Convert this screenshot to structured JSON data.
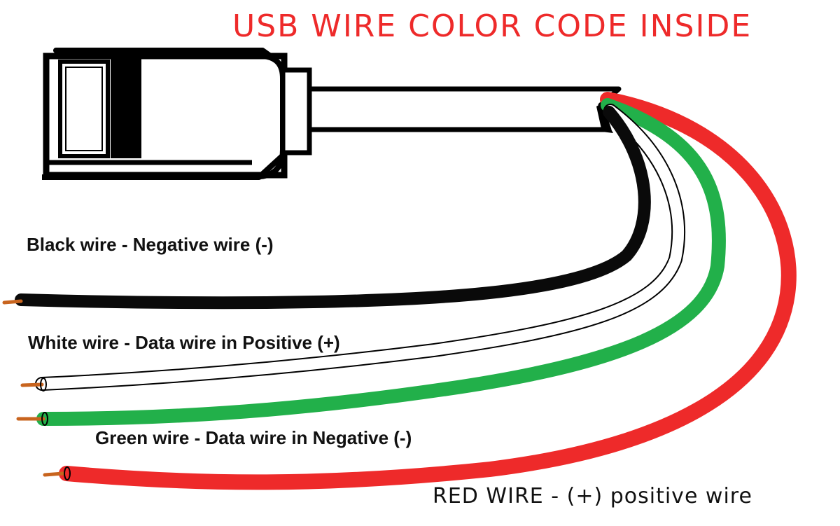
{
  "title": "USB WIRE COLOR CODE INSIDE",
  "wires": [
    {
      "id": "black",
      "label": "Black wire - Negative wire (-)",
      "color": "#0a0a0a"
    },
    {
      "id": "white",
      "label": "White wire - Data wire in Positive (+)",
      "color": "#ffffff"
    },
    {
      "id": "green",
      "label": "Green wire - Data wire in Negative (-)",
      "color": "#22b04a"
    },
    {
      "id": "red",
      "label": "RED WIRE - (+) positive wire",
      "color": "#ee2a2a"
    }
  ],
  "colors": {
    "title": "#ee2a2a",
    "outline": "#000000",
    "copper": "#c8641e",
    "background": "#ffffff"
  },
  "icons": {
    "connector": "usb-connector-icon"
  }
}
